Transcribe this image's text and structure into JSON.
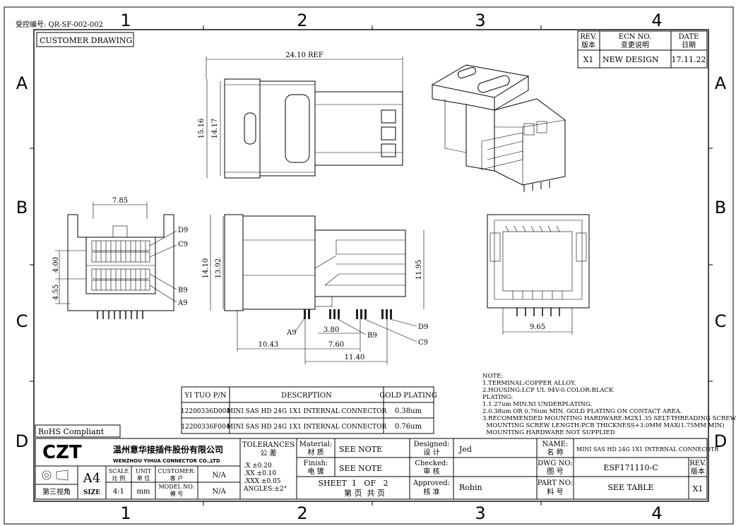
{
  "header": {
    "control_no": "受控编号: QR-SF-002-002",
    "drawing_type": "CUSTOMER DRAWING"
  },
  "grid": {
    "columns": [
      "1",
      "2",
      "3",
      "4"
    ],
    "rows": [
      "A",
      "B",
      "C",
      "D"
    ]
  },
  "revision_table": {
    "headers": {
      "rev": "REV.",
      "rev_cn": "版本",
      "ecn": "ECN NO.",
      "ecn_cn": "变更说明",
      "date": "DATE",
      "date_cn": "日期"
    },
    "rows": [
      {
        "rev": "X1",
        "ecn": "NEW DESIGN",
        "date": "17.11.22"
      }
    ]
  },
  "dimensions": {
    "top_length": "24.10 REF",
    "top_height_outer": "15.16",
    "top_height_inner": "14.17",
    "front_width": "7.85",
    "front_upper": "4.00",
    "front_lower": "4.55",
    "side_height_outer": "14.10",
    "side_height_inner": "13.92",
    "side_right_height": "11.95",
    "pitch_a": "3.80",
    "offset_a": "10.43",
    "offset_b": "7.60",
    "offset_c": "11.40",
    "rear_width": "9.65"
  },
  "pin_labels": {
    "d9": "D9",
    "c9": "C9",
    "b9": "B9",
    "a9": "A9"
  },
  "notes": {
    "title": "NOTE:",
    "lines": [
      "1.TERMINAL:COPPER ALLOY.",
      "2.HOUSING:LCP UL 94V-0.COLOR:BLACK",
      "PLATING:",
      "1.1.27um MIN.NI UNDERPLATING.",
      "2.0.38um OR 0.76um MIN. GOLD PLATING ON CONTACT AREA.",
      "3.RECOMMENDED MOUNTING HARDWARE:M2X1.35 SELT-THREADING SCREW",
      "  MOUNTING SCREW LENGTH:PCB THICKNESS+3.0MM MAX(1.75MM MIN)",
      "  MOUNTING HARDWARE NOT SUPPLIED"
    ]
  },
  "part_table": {
    "headers": {
      "pn": "YI TUO P/N",
      "desc": "DESCRPTION",
      "plating": "GOLD PLATING"
    },
    "rows": [
      {
        "pn": "12200336D004",
        "desc": "MINI SAS HD 24G 1X1 INTERNAL CONNECTOR",
        "plating": "0.38um"
      },
      {
        "pn": "12200336F004",
        "desc": "MINI SAS HD 24G 1X1 INTERNAL CONNECTOR",
        "plating": "0.76um"
      }
    ]
  },
  "rohs": "RoHS Compliant",
  "title_block": {
    "logo": "CZT",
    "company_cn": "温州意华接插件股份有限公司",
    "company_en": "WENZHOU YIHUA CONNECTOR CO.,LTD",
    "projection_label": "第三视角",
    "size_value": "A4",
    "size_label": "SIZE",
    "scale_label": "SCALE",
    "scale_cn": "比 例",
    "scale_value": "4:1",
    "unit_label": "UNIT",
    "unit_cn": "单 位",
    "unit_value": "mm",
    "customer_label": "CUSTOMER:",
    "customer_cn": "客 户",
    "customer_value": "N/A",
    "model_label": "MODEL NO:",
    "model_cn": "模 号",
    "model_value": "N/A",
    "tolerances_label": "TOLERANCES",
    "tolerances_cn": "公 差",
    "tol_x": ".X  ±0.20",
    "tol_xx": ".XX  ±0.10",
    "tol_xxx": ".XXX ±0.05",
    "tol_angle": "ANGLES:±2°",
    "material_label": "Material:",
    "material_cn": "材 质",
    "material_value": "SEE NOTE",
    "finish_label": "Finish:",
    "finish_cn": "电 镀",
    "finish_value": "SEE NOTE",
    "sheet_text": "SHEET  1   OF   2",
    "sheet_cn": "第 页  共 页",
    "designed_label": "Designed:",
    "designed_cn": "设 计",
    "designed_value": "Jed",
    "checked_label": "Checked:",
    "checked_cn": "审 核",
    "checked_value": "",
    "approved_label": "Approved:",
    "approved_cn": "核 准",
    "approved_value": "Robin",
    "name_label": "NAME:",
    "name_cn": "名 称",
    "name_value": "MINI SAS HD 24G 1X1 INTERNAL CONNECOTR",
    "dwg_label": "DWG NO:",
    "dwg_cn": "图 号",
    "dwg_value": "ESF171110-C",
    "rev_label": "REV.",
    "rev_cn": "版本",
    "rev_value": "X1",
    "partno_label": "PART NO:",
    "partno_cn": "料 号",
    "partno_value": "SEE TABLE"
  }
}
